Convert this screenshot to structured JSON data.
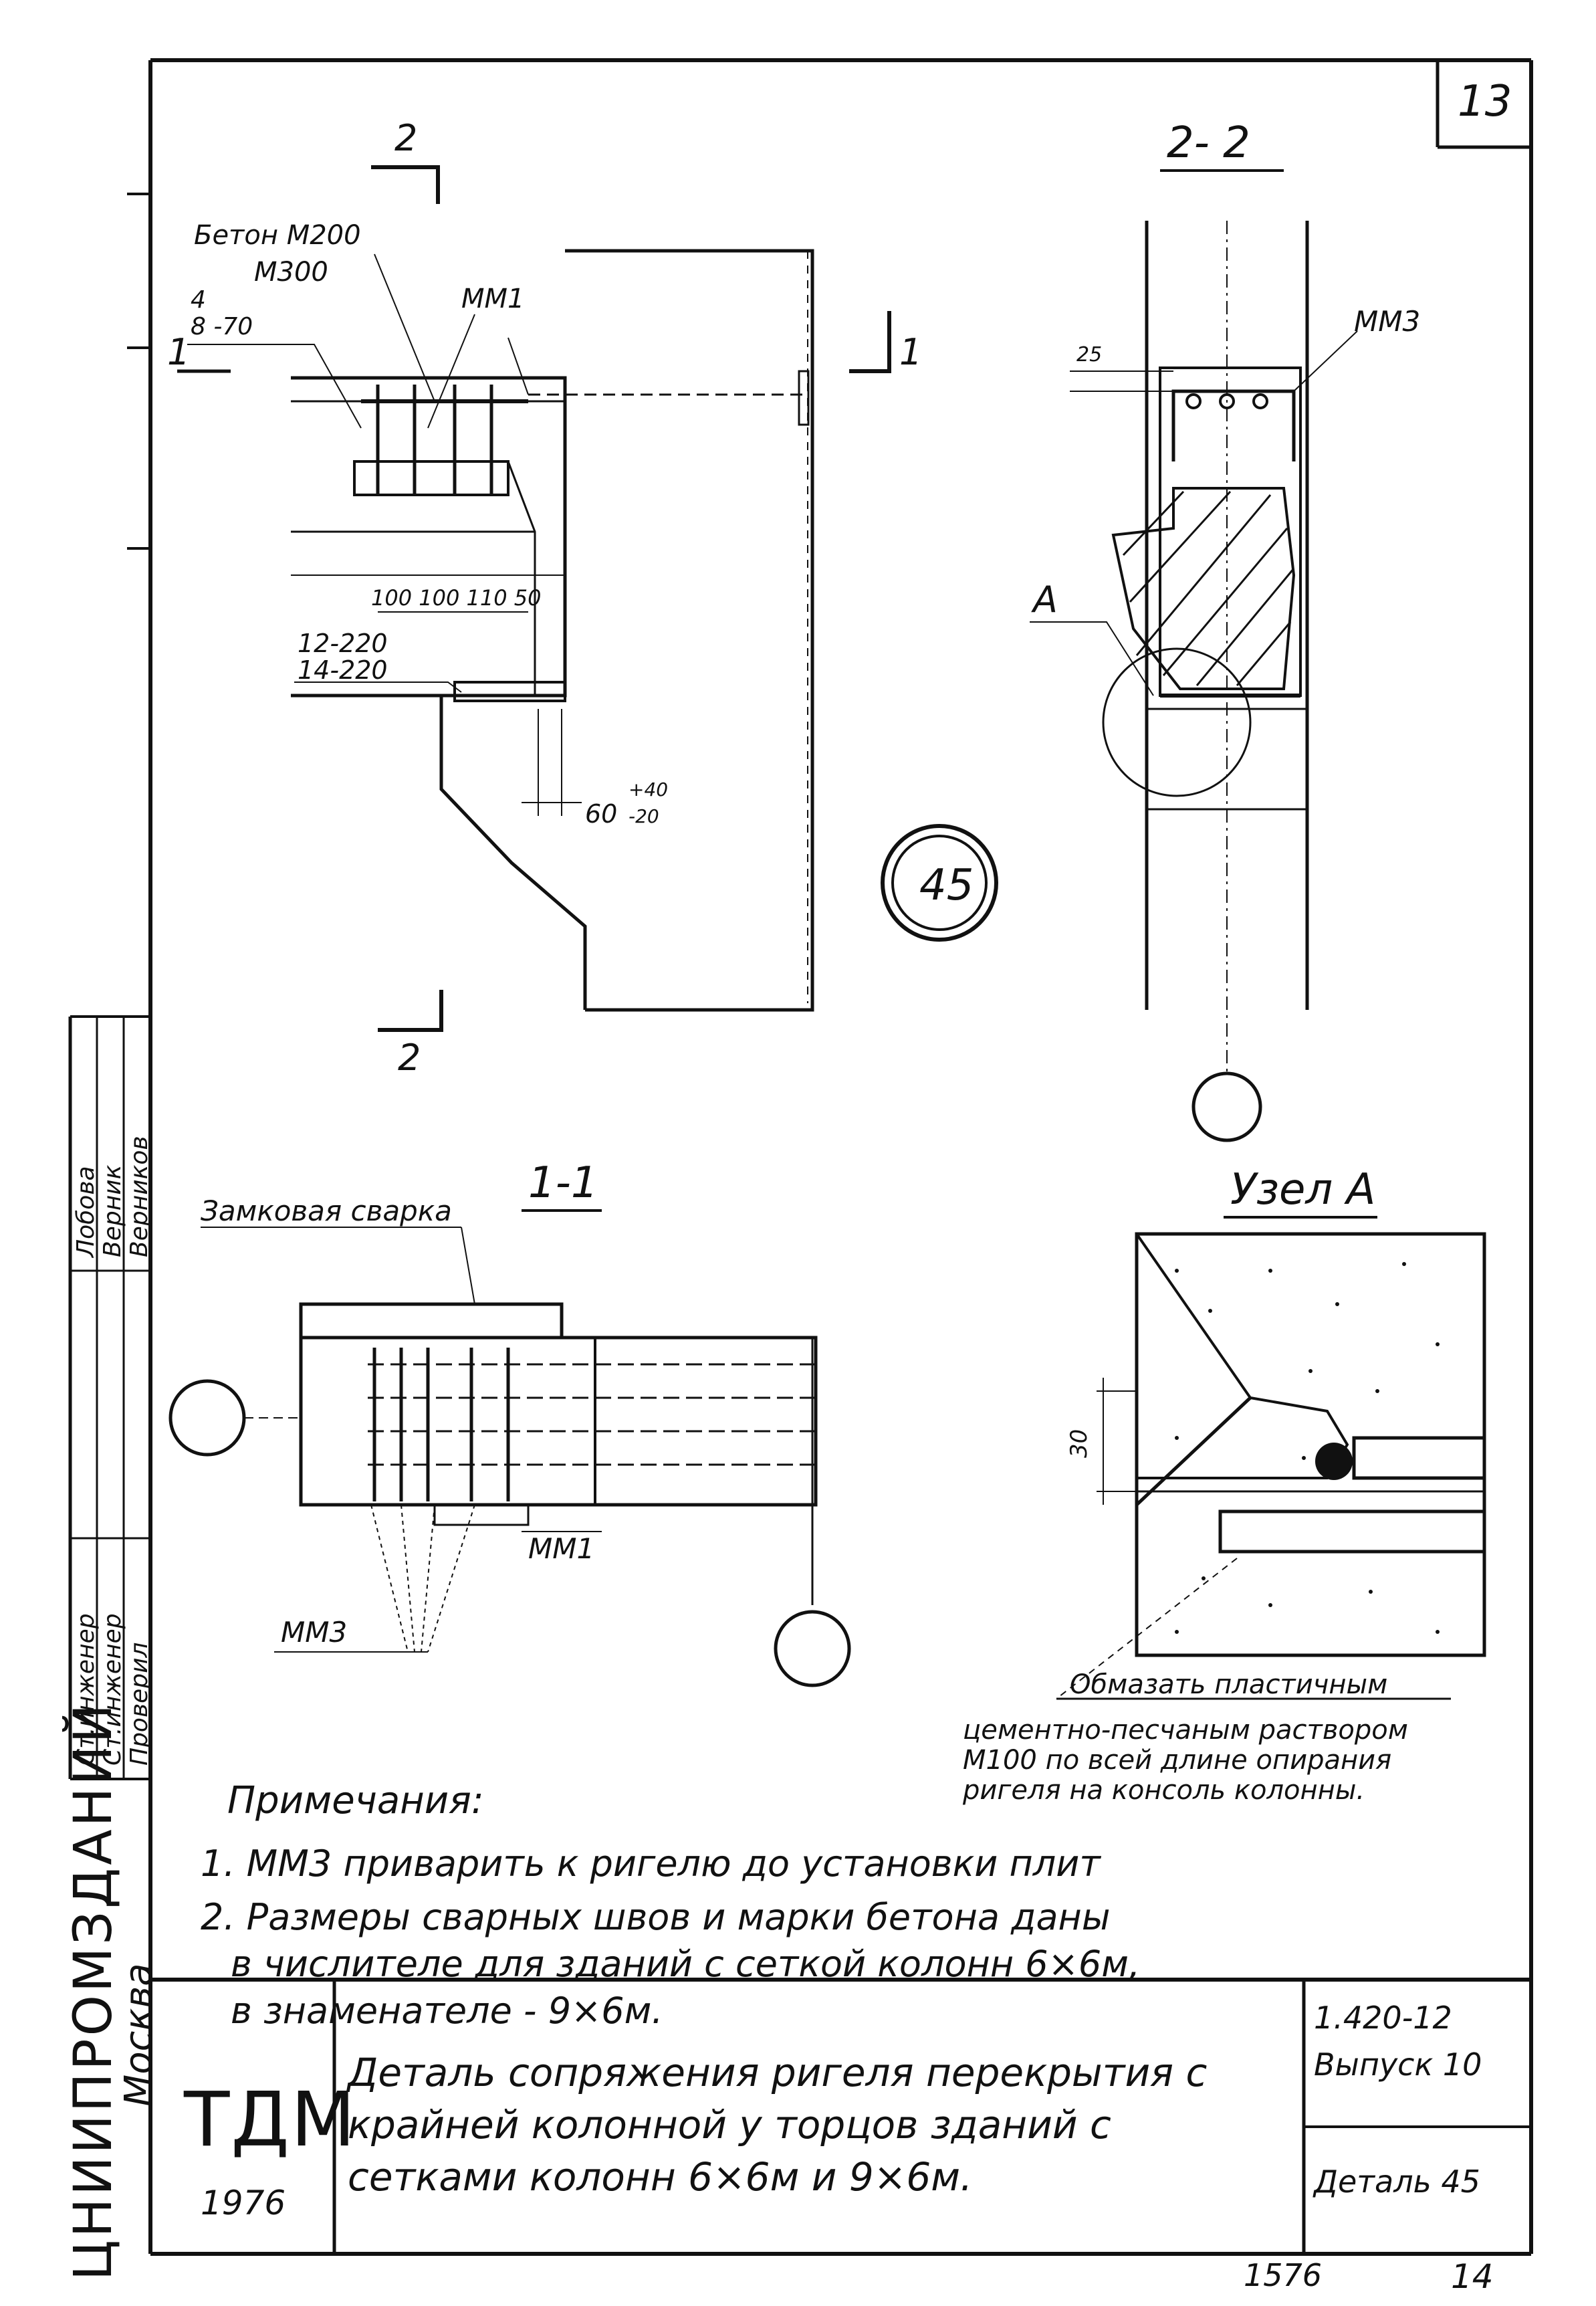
{
  "sheet_number": "13",
  "detail_mark": "45",
  "sections": {
    "s22_title": "2- 2",
    "s11_title": "1-1",
    "node_title": "Узел А",
    "cut2": "2",
    "cut1": "1"
  },
  "labels": {
    "concrete": "Бетон М200",
    "concrete2": "М300",
    "rebar": "4",
    "rebar2": "8 -70",
    "mm1_top": "ММ1",
    "dims": "100 100 110  50",
    "d1": "12-220",
    "d2": "14-220",
    "gap": "60",
    "gap_tol_top": "+40",
    "gap_tol_bot": "-20",
    "mm3_top": "ММ3",
    "dim25": "25",
    "mark_a": "А",
    "weld": "Замковая сварка",
    "mm1_bottom": "ММ1",
    "mm3_bottom": "ММ3",
    "dim30": "30",
    "coat1": "Обмазать пластичным",
    "coat2": "цементно-песчаным раствором",
    "coat3": "М100 по всей длине опирания",
    "coat4": "ригеля на консоль колонны."
  },
  "notes": {
    "title": "Примечания:",
    "n1": "1. ММ3 приварить к ригелю до установки плит",
    "n2": "2. Размеры сварных швов и марки бетона даны",
    "n2b": "в числителе для зданий с сеткой колонн 6×6м,",
    "n2c": "в знаменателе - 9×6м."
  },
  "stamp": {
    "org": "ЦНИИПРОМЗДАНИЙ",
    "city": "Москва",
    "logo": "ТДМ",
    "year": "1976",
    "title": "Деталь сопряжения ригеля перекрытия с крайней колонной у торцов зданий с сетками колонн 6×6м и 9×6м.",
    "series": "1.420-12",
    "issue": "Выпуск 10",
    "detail": "Деталь 45",
    "roles": [
      "Ст.инженер",
      "Ст.инженер",
      "Проверил"
    ],
    "names": [
      "Лобова",
      "Верник",
      "Верников"
    ],
    "bottom_code": "1576",
    "bottom_page": "14"
  }
}
